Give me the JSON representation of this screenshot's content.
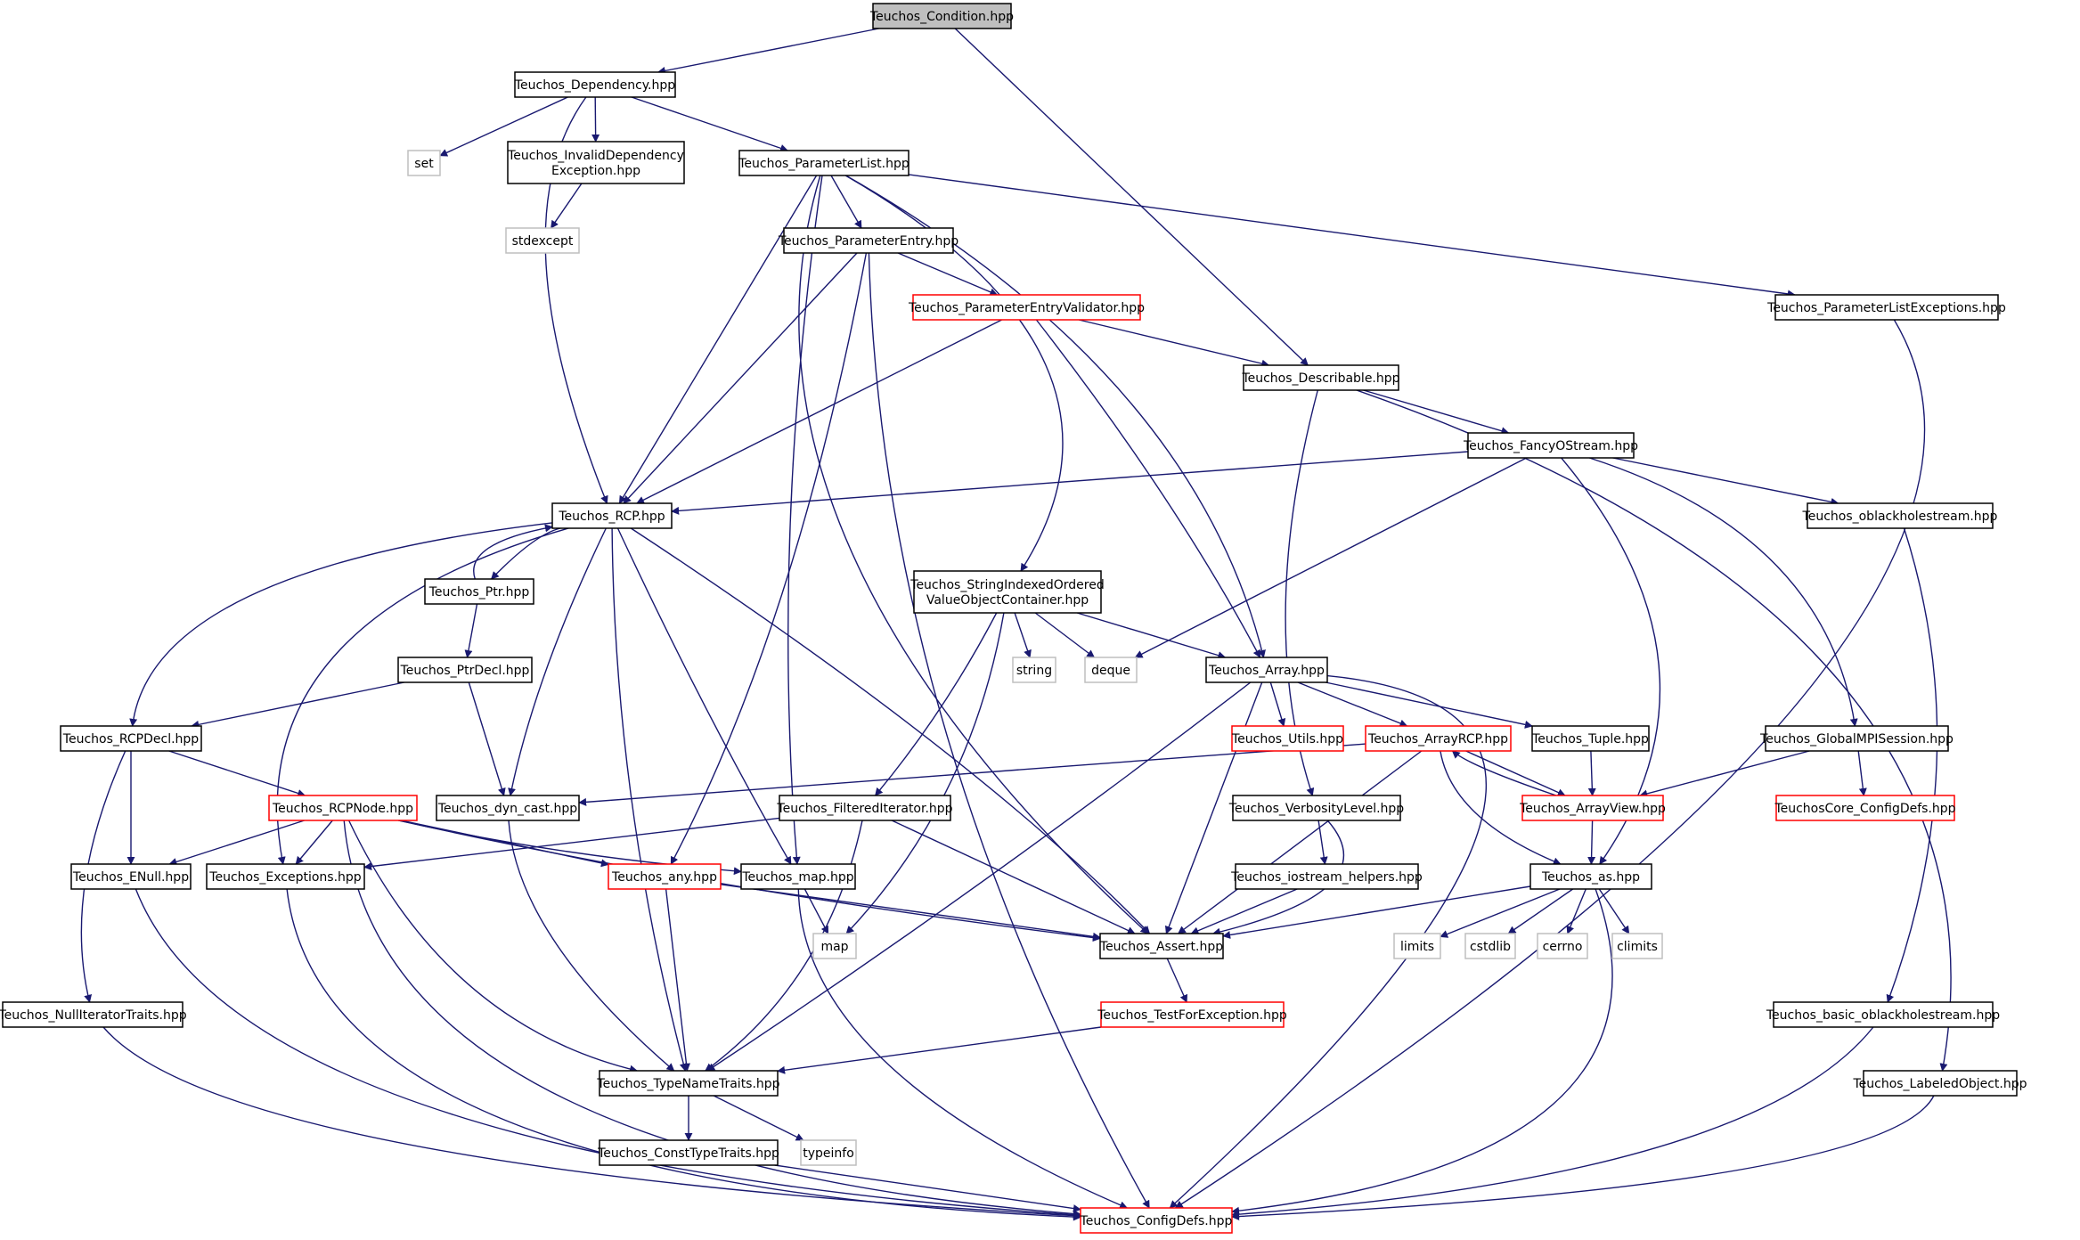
{
  "colors": {
    "edge": "#191970",
    "root_fill": "#bfbfbf",
    "normal_stroke": "#000000",
    "truncated_stroke": "#ff0000",
    "system_stroke": "#bfbfbf",
    "system_text": "#808080"
  },
  "nodes": [
    {
      "id": "condition",
      "lines": [
        "Teuchos_Condition.hpp"
      ],
      "kind": "root"
    },
    {
      "id": "dependency",
      "lines": [
        "Teuchos_Dependency.hpp"
      ],
      "kind": "normal"
    },
    {
      "id": "set",
      "lines": [
        "set"
      ],
      "kind": "system"
    },
    {
      "id": "invaliddep",
      "lines": [
        "Teuchos_InvalidDependency",
        "Exception.hpp"
      ],
      "kind": "normal"
    },
    {
      "id": "stdexcept",
      "lines": [
        "stdexcept"
      ],
      "kind": "system"
    },
    {
      "id": "paramlist",
      "lines": [
        "Teuchos_ParameterList.hpp"
      ],
      "kind": "normal"
    },
    {
      "id": "paramentry",
      "lines": [
        "Teuchos_ParameterEntry.hpp"
      ],
      "kind": "normal"
    },
    {
      "id": "pevalidator",
      "lines": [
        "Teuchos_ParameterEntryValidator.hpp"
      ],
      "kind": "truncated"
    },
    {
      "id": "plexceptions",
      "lines": [
        "Teuchos_ParameterListExceptions.hpp"
      ],
      "kind": "normal"
    },
    {
      "id": "describable",
      "lines": [
        "Teuchos_Describable.hpp"
      ],
      "kind": "normal"
    },
    {
      "id": "fancyostream",
      "lines": [
        "Teuchos_FancyOStream.hpp"
      ],
      "kind": "normal"
    },
    {
      "id": "rcp",
      "lines": [
        "Teuchos_RCP.hpp"
      ],
      "kind": "normal"
    },
    {
      "id": "oblackhole",
      "lines": [
        "Teuchos_oblackholestream.hpp"
      ],
      "kind": "normal"
    },
    {
      "id": "ptr",
      "lines": [
        "Teuchos_Ptr.hpp"
      ],
      "kind": "normal"
    },
    {
      "id": "stringindexed",
      "lines": [
        "Teuchos_StringIndexedOrdered",
        "ValueObjectContainer.hpp"
      ],
      "kind": "normal"
    },
    {
      "id": "ptrdecl",
      "lines": [
        "Teuchos_PtrDecl.hpp"
      ],
      "kind": "normal"
    },
    {
      "id": "string",
      "lines": [
        "string"
      ],
      "kind": "system"
    },
    {
      "id": "deque",
      "lines": [
        "deque"
      ],
      "kind": "system"
    },
    {
      "id": "array",
      "lines": [
        "Teuchos_Array.hpp"
      ],
      "kind": "normal"
    },
    {
      "id": "rcpdecl",
      "lines": [
        "Teuchos_RCPDecl.hpp"
      ],
      "kind": "normal"
    },
    {
      "id": "utils",
      "lines": [
        "Teuchos_Utils.hpp"
      ],
      "kind": "truncated"
    },
    {
      "id": "arrayrcp",
      "lines": [
        "Teuchos_ArrayRCP.hpp"
      ],
      "kind": "truncated"
    },
    {
      "id": "tuple",
      "lines": [
        "Teuchos_Tuple.hpp"
      ],
      "kind": "normal"
    },
    {
      "id": "globalmpi",
      "lines": [
        "Teuchos_GlobalMPISession.hpp"
      ],
      "kind": "normal"
    },
    {
      "id": "rcpnode",
      "lines": [
        "Teuchos_RCPNode.hpp"
      ],
      "kind": "truncated"
    },
    {
      "id": "dyncast",
      "lines": [
        "Teuchos_dyn_cast.hpp"
      ],
      "kind": "normal"
    },
    {
      "id": "filtered",
      "lines": [
        "Teuchos_FilteredIterator.hpp"
      ],
      "kind": "normal"
    },
    {
      "id": "verbosity",
      "lines": [
        "Teuchos_VerbosityLevel.hpp"
      ],
      "kind": "normal"
    },
    {
      "id": "arrayview",
      "lines": [
        "Teuchos_ArrayView.hpp"
      ],
      "kind": "truncated"
    },
    {
      "id": "coreconfig",
      "lines": [
        "TeuchosCore_ConfigDefs.hpp"
      ],
      "kind": "truncated"
    },
    {
      "id": "enull",
      "lines": [
        "Teuchos_ENull.hpp"
      ],
      "kind": "normal"
    },
    {
      "id": "exceptions",
      "lines": [
        "Teuchos_Exceptions.hpp"
      ],
      "kind": "normal"
    },
    {
      "id": "any",
      "lines": [
        "Teuchos_any.hpp"
      ],
      "kind": "truncated"
    },
    {
      "id": "map_hpp",
      "lines": [
        "Teuchos_map.hpp"
      ],
      "kind": "normal"
    },
    {
      "id": "iostream",
      "lines": [
        "Teuchos_iostream_helpers.hpp"
      ],
      "kind": "normal"
    },
    {
      "id": "as",
      "lines": [
        "Teuchos_as.hpp"
      ],
      "kind": "normal"
    },
    {
      "id": "map",
      "lines": [
        "map"
      ],
      "kind": "system"
    },
    {
      "id": "assert",
      "lines": [
        "Teuchos_Assert.hpp"
      ],
      "kind": "normal"
    },
    {
      "id": "limits",
      "lines": [
        "limits"
      ],
      "kind": "system"
    },
    {
      "id": "cstdlib",
      "lines": [
        "cstdlib"
      ],
      "kind": "system"
    },
    {
      "id": "cerrno",
      "lines": [
        "cerrno"
      ],
      "kind": "system"
    },
    {
      "id": "climits",
      "lines": [
        "climits"
      ],
      "kind": "system"
    },
    {
      "id": "nulliter",
      "lines": [
        "Teuchos_NullIteratorTraits.hpp"
      ],
      "kind": "normal"
    },
    {
      "id": "testforexc",
      "lines": [
        "Teuchos_TestForException.hpp"
      ],
      "kind": "truncated"
    },
    {
      "id": "basicoblack",
      "lines": [
        "Teuchos_basic_oblackholestream.hpp"
      ],
      "kind": "normal"
    },
    {
      "id": "typenametraits",
      "lines": [
        "Teuchos_TypeNameTraits.hpp"
      ],
      "kind": "normal"
    },
    {
      "id": "labeled",
      "lines": [
        "Teuchos_LabeledObject.hpp"
      ],
      "kind": "normal"
    },
    {
      "id": "consttypetraits",
      "lines": [
        "Teuchos_ConstTypeTraits.hpp"
      ],
      "kind": "normal"
    },
    {
      "id": "typeinfo",
      "lines": [
        "typeinfo"
      ],
      "kind": "system"
    },
    {
      "id": "configdefs",
      "lines": [
        "Teuchos_ConfigDefs.hpp"
      ],
      "kind": "truncated"
    }
  ],
  "edges": [
    [
      "condition",
      "dependency"
    ],
    [
      "condition",
      "describable"
    ],
    [
      "dependency",
      "set"
    ],
    [
      "dependency",
      "invaliddep"
    ],
    [
      "dependency",
      "paramlist"
    ],
    [
      "dependency",
      "rcp"
    ],
    [
      "invaliddep",
      "stdexcept"
    ],
    [
      "paramlist",
      "paramentry"
    ],
    [
      "paramlist",
      "plexceptions"
    ],
    [
      "paramlist",
      "rcp"
    ],
    [
      "paramlist",
      "stringindexed"
    ],
    [
      "paramlist",
      "array"
    ],
    [
      "paramlist",
      "assert"
    ],
    [
      "paramlist",
      "map_hpp"
    ],
    [
      "paramentry",
      "pevalidator"
    ],
    [
      "paramentry",
      "rcp"
    ],
    [
      "paramentry",
      "any"
    ],
    [
      "paramentry",
      "configdefs"
    ],
    [
      "pevalidator",
      "describable"
    ],
    [
      "pevalidator",
      "rcp"
    ],
    [
      "pevalidator",
      "array"
    ],
    [
      "plexceptions",
      "configdefs"
    ],
    [
      "describable",
      "fancyostream"
    ],
    [
      "describable",
      "labeled"
    ],
    [
      "describable",
      "verbosity"
    ],
    [
      "fancyostream",
      "rcp"
    ],
    [
      "fancyostream",
      "oblackhole"
    ],
    [
      "fancyostream",
      "deque"
    ],
    [
      "fancyostream",
      "globalmpi"
    ],
    [
      "fancyostream",
      "as"
    ],
    [
      "oblackhole",
      "basicoblack"
    ],
    [
      "rcp",
      "ptr"
    ],
    [
      "rcp",
      "rcpdecl"
    ],
    [
      "rcp",
      "exceptions"
    ],
    [
      "rcp",
      "dyncast"
    ],
    [
      "rcp",
      "map_hpp"
    ],
    [
      "rcp",
      "assert"
    ],
    [
      "rcp",
      "typenametraits"
    ],
    [
      "ptr",
      "ptrdecl"
    ],
    [
      "ptr",
      "rcp"
    ],
    [
      "ptrdecl",
      "rcpdecl"
    ],
    [
      "ptrdecl",
      "dyncast"
    ],
    [
      "stringindexed",
      "string"
    ],
    [
      "stringindexed",
      "deque"
    ],
    [
      "stringindexed",
      "array"
    ],
    [
      "stringindexed",
      "filtered"
    ],
    [
      "stringindexed",
      "map"
    ],
    [
      "array",
      "utils"
    ],
    [
      "array",
      "arrayrcp"
    ],
    [
      "array",
      "tuple"
    ],
    [
      "array",
      "assert"
    ],
    [
      "array",
      "typenametraits"
    ],
    [
      "array",
      "configdefs"
    ],
    [
      "rcpdecl",
      "rcpnode"
    ],
    [
      "rcpdecl",
      "enull"
    ],
    [
      "rcpdecl",
      "nulliter"
    ],
    [
      "arrayrcp",
      "arrayview"
    ],
    [
      "arrayrcp",
      "dyncast"
    ],
    [
      "arrayrcp",
      "assert"
    ],
    [
      "arrayrcp",
      "as"
    ],
    [
      "tuple",
      "arrayview"
    ],
    [
      "globalmpi",
      "arrayview"
    ],
    [
      "globalmpi",
      "coreconfig"
    ],
    [
      "arrayview",
      "as"
    ],
    [
      "arrayview",
      "arrayrcp"
    ],
    [
      "rcpnode",
      "enull"
    ],
    [
      "rcpnode",
      "exceptions"
    ],
    [
      "rcpnode",
      "any"
    ],
    [
      "rcpnode",
      "map_hpp"
    ],
    [
      "rcpnode",
      "assert"
    ],
    [
      "rcpnode",
      "typenametraits"
    ],
    [
      "rcpnode",
      "configdefs"
    ],
    [
      "dyncast",
      "typenametraits"
    ],
    [
      "filtered",
      "exceptions"
    ],
    [
      "filtered",
      "assert"
    ],
    [
      "filtered",
      "typenametraits"
    ],
    [
      "verbosity",
      "iostream"
    ],
    [
      "verbosity",
      "assert"
    ],
    [
      "iostream",
      "assert"
    ],
    [
      "as",
      "assert"
    ],
    [
      "as",
      "limits"
    ],
    [
      "as",
      "cstdlib"
    ],
    [
      "as",
      "cerrno"
    ],
    [
      "as",
      "climits"
    ],
    [
      "as",
      "configdefs"
    ],
    [
      "enull",
      "configdefs"
    ],
    [
      "exceptions",
      "configdefs"
    ],
    [
      "any",
      "assert"
    ],
    [
      "any",
      "typenametraits"
    ],
    [
      "map_hpp",
      "map"
    ],
    [
      "map_hpp",
      "configdefs"
    ],
    [
      "assert",
      "testforexc"
    ],
    [
      "testforexc",
      "typenametraits"
    ],
    [
      "nulliter",
      "configdefs"
    ],
    [
      "basicoblack",
      "configdefs"
    ],
    [
      "typenametraits",
      "consttypetraits"
    ],
    [
      "typenametraits",
      "typeinfo"
    ],
    [
      "labeled",
      "configdefs"
    ],
    [
      "consttypetraits",
      "configdefs"
    ]
  ]
}
